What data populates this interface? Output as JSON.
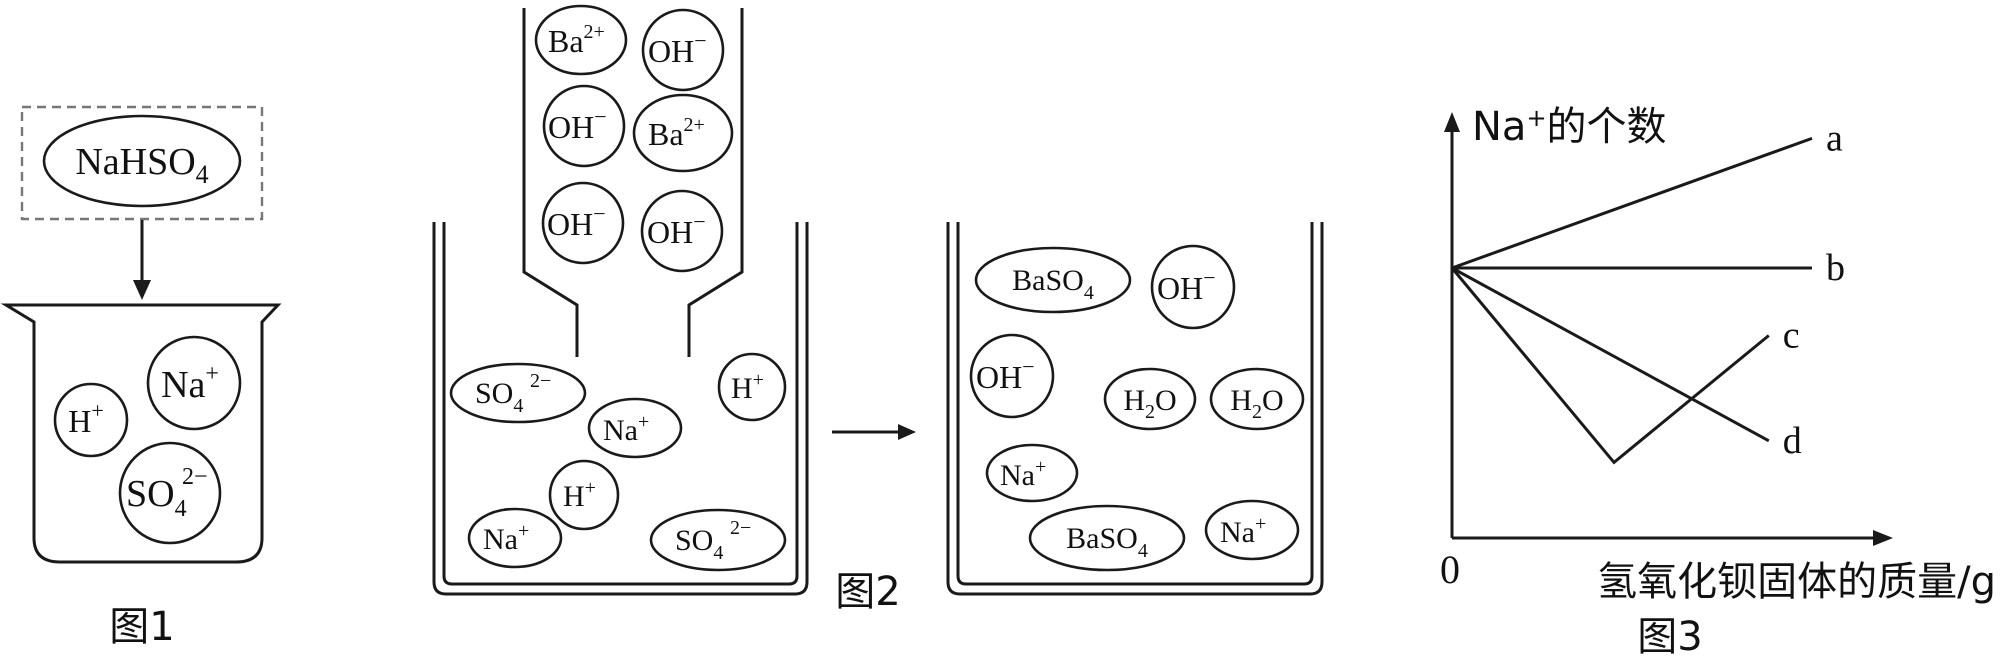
{
  "figure1": {
    "caption": "图1",
    "source": {
      "base": "NaHSO",
      "sub": "4"
    },
    "ions": {
      "h": {
        "base": "H",
        "sup": "+"
      },
      "na": {
        "base": "Na",
        "sup": "+"
      },
      "so4": {
        "base": "SO",
        "sub": "4",
        "sup": "2−"
      }
    }
  },
  "figure2": {
    "caption": "图2",
    "funnel_ions": [
      "Ba2+",
      "OH−",
      "OH−",
      "Ba2+",
      "OH−",
      "OH−"
    ],
    "labels": {
      "ba": {
        "base": "Ba",
        "sup": "2+"
      },
      "oh": {
        "base": "OH",
        "sup": "−"
      },
      "h": {
        "base": "H",
        "sup": "+"
      },
      "na": {
        "base": "Na",
        "sup": "+"
      },
      "so4": {
        "base": "SO",
        "sub": "4",
        "sup": "2−"
      },
      "baso4": {
        "base": "BaSO",
        "sub": "4"
      },
      "h2o": {
        "a": "H",
        "sub": "2",
        "b": "O"
      }
    },
    "left_beaker_ions": [
      "SO4 2−",
      "Na+",
      "H+",
      "H+",
      "Na+",
      "SO4 2−"
    ],
    "right_beaker_ions": [
      "BaSO4",
      "OH−",
      "OH−",
      "H2O",
      "H2O",
      "Na+",
      "BaSO4",
      "Na+"
    ]
  },
  "figure3": {
    "caption": "图3",
    "ylabel_na": "Na",
    "ylabel_sup": "+",
    "ylabel_rest": "的个数",
    "xlabel": "氢氧化钡固体的质量/g",
    "origin": "0",
    "chart_data": {
      "type": "line",
      "xlabel": "氢氧化钡固体的质量/g",
      "ylabel": "Na+的个数",
      "series": [
        {
          "name": "a",
          "trend": "increasing",
          "points": [
            [
              0,
              1.0
            ],
            [
              1,
              1.48
            ]
          ]
        },
        {
          "name": "b",
          "trend": "constant",
          "points": [
            [
              0,
              1.0
            ],
            [
              1,
              1.0
            ]
          ]
        },
        {
          "name": "c",
          "trend": "decreasing then increasing",
          "points": [
            [
              0,
              1.0
            ],
            [
              0.45,
              0.28
            ],
            [
              0.88,
              0.75
            ]
          ]
        },
        {
          "name": "d",
          "trend": "decreasing",
          "points": [
            [
              0,
              1.0
            ],
            [
              0.88,
              0.36
            ]
          ]
        }
      ]
    }
  }
}
